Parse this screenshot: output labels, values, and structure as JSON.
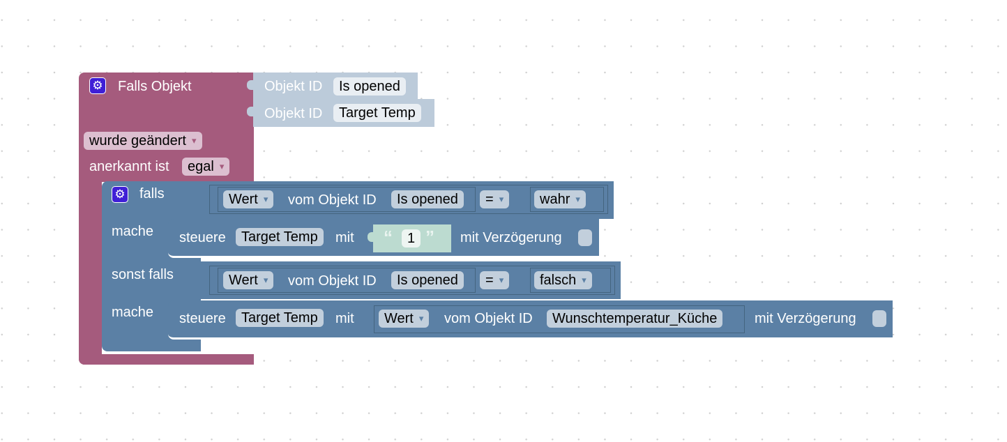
{
  "trigger_block": {
    "title": "Falls Objekt",
    "object_ids": [
      {
        "label": "Objekt ID",
        "value": "Is opened"
      },
      {
        "label": "Objekt ID",
        "value": "Target Temp"
      }
    ],
    "event_dropdown": "wurde geändert",
    "ack_label": "anerkannt ist",
    "ack_dropdown": "egal",
    "color": "#a55b7d"
  },
  "if_block": {
    "if_label": "falls",
    "do_label": "mache",
    "elseif_label": "sonst falls",
    "do2_label": "mache",
    "color": "#5b80a5",
    "conditions": [
      {
        "value_dropdown": "Wert",
        "from_label": "vom Objekt ID",
        "object": "Is opened",
        "operator": "=",
        "compare": "wahr"
      },
      {
        "value_dropdown": "Wert",
        "from_label": "vom Objekt ID",
        "object": "Is opened",
        "operator": "=",
        "compare": "falsch"
      }
    ],
    "actions": [
      {
        "control_label": "steuere",
        "target": "Target Temp",
        "with_label": "mit",
        "text_value": "1",
        "open_quote": "“",
        "close_quote": "”",
        "delay_label": "mit Verzögerung"
      },
      {
        "control_label": "steuere",
        "target": "Target Temp",
        "with_label": "mit",
        "value_dropdown": "Wert",
        "from_label": "vom Objekt ID",
        "object": "Wunschtemperatur_Küche",
        "delay_label": "mit Verzögerung"
      }
    ]
  }
}
